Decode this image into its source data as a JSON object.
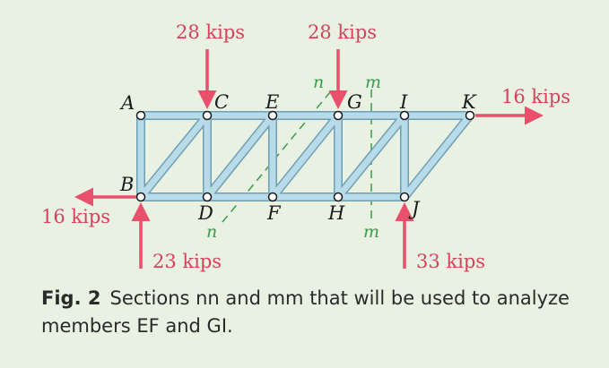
{
  "loads": {
    "c_down": "28 kips",
    "g_down": "28 kips",
    "k_right": "16 kips",
    "b_left": "16 kips",
    "b_up": "23 kips",
    "j_up": "33 kips"
  },
  "nodes": {
    "A": "A",
    "B": "B",
    "C": "C",
    "D": "D",
    "E": "E",
    "F": "F",
    "G": "G",
    "H": "H",
    "I": "I",
    "J": "J",
    "K": "K"
  },
  "sections": {
    "n_top": "n",
    "n_bottom": "n",
    "m_top": "m",
    "m_bottom": "m"
  },
  "caption": {
    "number": "Fig. 2",
    "text": "Sections nn and mm that will be used to analyze members EF and GI."
  },
  "colors": {
    "background": "#e9f1e3",
    "member_fill": "#b7dbe8",
    "member_edge": "#6f9fb3",
    "load_arrow": "#e8506b",
    "section_line": "#3b9b4a"
  }
}
